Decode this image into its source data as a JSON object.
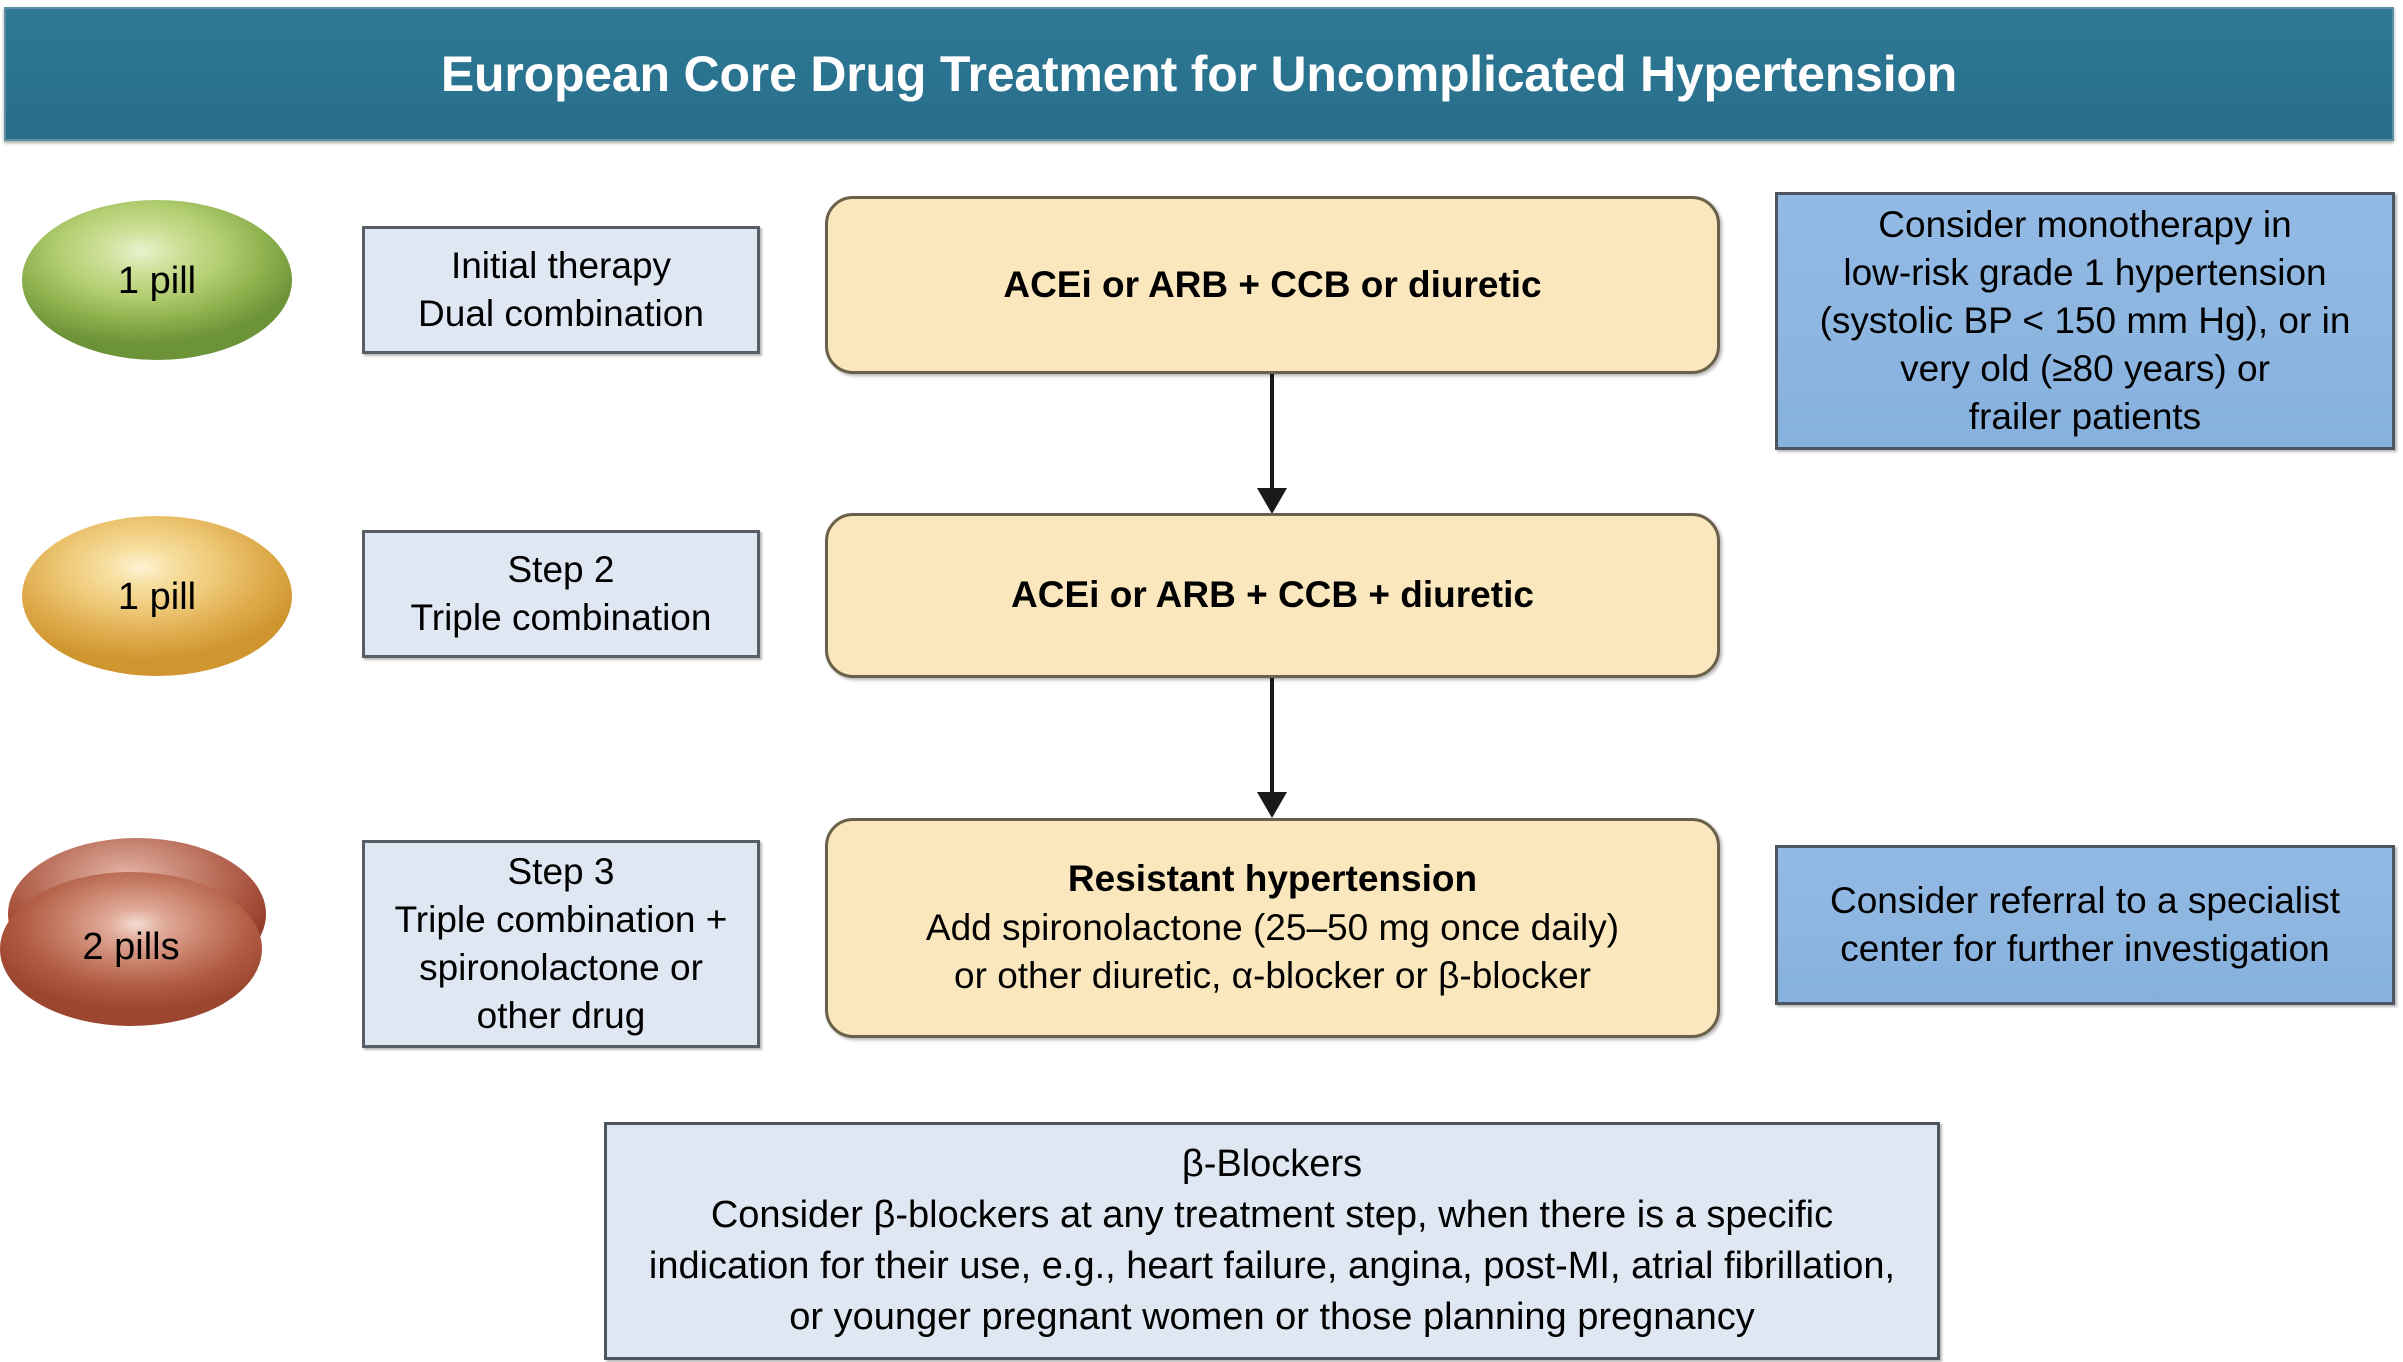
{
  "header": {
    "title": "European Core Drug Treatment for Uncomplicated Hypertension",
    "background_color": "#2a7390",
    "text_color": "#ffffff"
  },
  "colors": {
    "banner_teal": "#2a7390",
    "step_box_light_blue": "#dee7f2",
    "note_box_blue": "#8cb5e0",
    "treatment_box_cream": "#fbe7bd",
    "pill_green": "#8fb24f",
    "pill_orange": "#e0ae50",
    "pill_red": "#b05a42",
    "border_gray": "#565e66"
  },
  "rows": [
    {
      "pill": {
        "label": "1 pill",
        "color_name": "green",
        "count": 1
      },
      "step_label_lines": [
        "Initial therapy",
        "Dual combination"
      ],
      "treatment": {
        "bold_line": "",
        "lines": [
          "ACEi or ARB + CCB or diuretic"
        ],
        "all_bold": true
      },
      "note_lines": [
        "Consider monotherapy in",
        "low-risk grade 1 hypertension",
        "(systolic BP < 150 mm Hg), or in",
        "very old (≥80 years) or",
        "frailer patients"
      ]
    },
    {
      "pill": {
        "label": "1 pill",
        "color_name": "orange",
        "count": 1
      },
      "step_label_lines": [
        "Step 2",
        "Triple combination"
      ],
      "treatment": {
        "bold_line": "",
        "lines": [
          "ACEi or ARB + CCB + diuretic"
        ],
        "all_bold": true
      },
      "note_lines": []
    },
    {
      "pill": {
        "label": "2 pills",
        "color_name": "red",
        "count": 2
      },
      "step_label_lines": [
        "Step 3",
        "Triple combination +",
        "spironolactone or",
        "other drug"
      ],
      "treatment": {
        "bold_line": "Resistant hypertension",
        "lines": [
          "Add spironolactone (25–50 mg once daily)",
          "or other diuretic, α-blocker or β-blocker"
        ],
        "all_bold": false
      },
      "note_lines": [
        "Consider referral to a specialist",
        "center for further investigation"
      ]
    }
  ],
  "footer_box": {
    "heading": "β-Blockers",
    "lines": [
      "Consider β-blockers at any treatment step, when there is a specific",
      "indication for their use, e.g., heart failure, angina, post-MI, atrial fibrillation,",
      "or younger pregnant women or those planning pregnancy"
    ]
  },
  "arrows": [
    {
      "name": "arrow-step1-to-step2"
    },
    {
      "name": "arrow-step2-to-step3"
    }
  ]
}
